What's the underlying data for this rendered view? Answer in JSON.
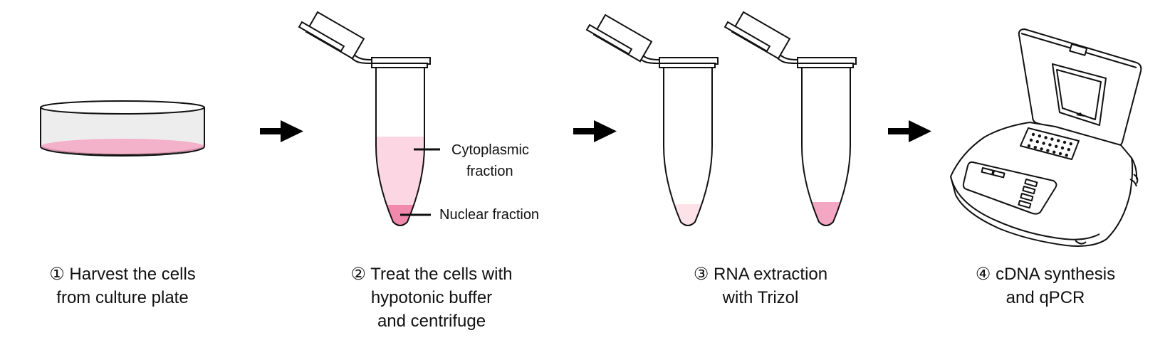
{
  "steps": [
    {
      "number": "①",
      "lines": [
        "Harvest the cells",
        "from culture plate"
      ]
    },
    {
      "number": "②",
      "lines": [
        "Treat the cells with",
        "hypotonic buffer",
        "and centrifuge"
      ]
    },
    {
      "number": "③",
      "lines": [
        "RNA extraction",
        "with Trizol"
      ]
    },
    {
      "number": "④",
      "lines": [
        "cDNA synthesis",
        "and qPCR"
      ]
    }
  ],
  "labels": {
    "cytoplasmic_1": "Cytoplasmic",
    "cytoplasmic_2": "fraction",
    "nuclear": "Nuclear fraction"
  },
  "colors": {
    "stroke": "#111111",
    "plate_fill": "#ededed",
    "medium_pink": "#f3a7c3",
    "cytoplasmic_pink": "#fcd7e3",
    "nuclear_pink": "#f089ab",
    "light_pink": "#fde2ea",
    "arrow": "#000000"
  },
  "icons": [
    "culture-plate-icon",
    "arrow-icon",
    "microcentrifuge-tube-icon",
    "thermocycler-icon"
  ]
}
